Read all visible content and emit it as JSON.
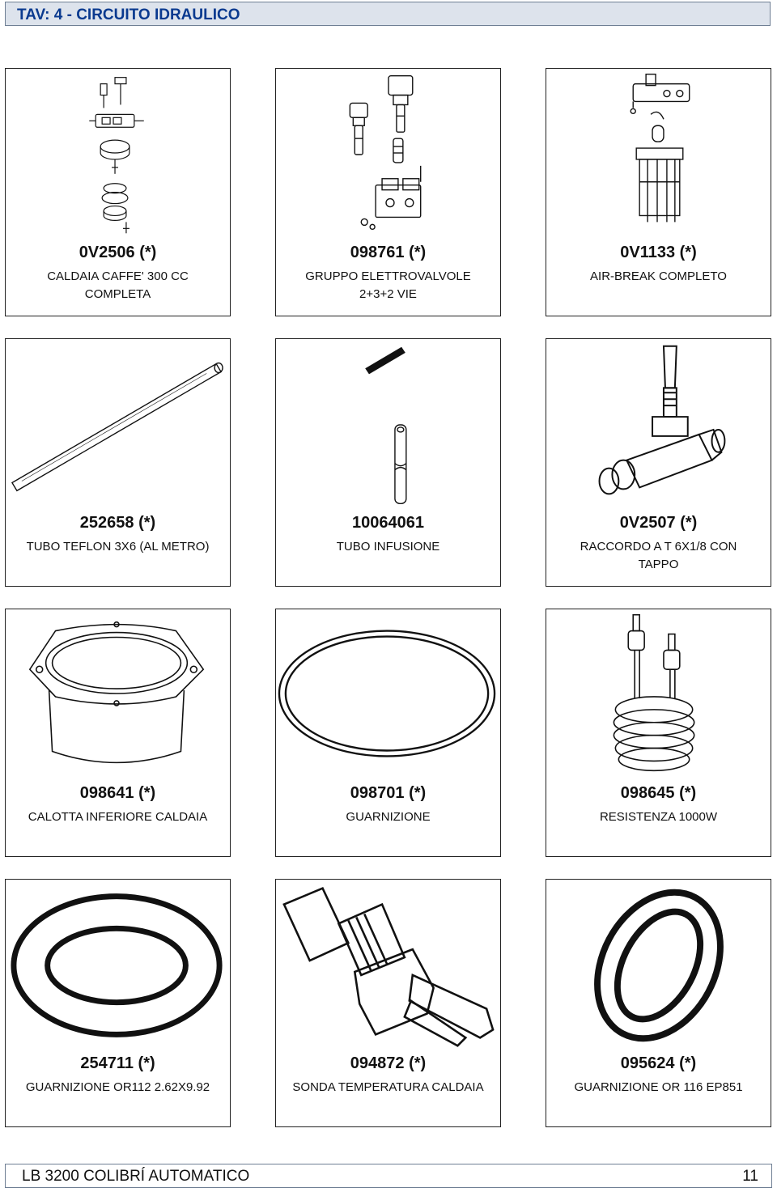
{
  "header": {
    "title": "TAV: 4 - CIRCUITO IDRAULICO"
  },
  "items": [
    {
      "code": "0V2506 (*)",
      "desc_lines": [
        "CALDAIA CAFFE' 300 CC",
        "COMPLETA"
      ],
      "icon": "boiler-assembly-drawing"
    },
    {
      "code": "098761 (*)",
      "desc_lines": [
        "GRUPPO ELETTROVALVOLE",
        "2+3+2 VIE"
      ],
      "icon": "solenoid-valve-group-drawing"
    },
    {
      "code": "0V1133 (*)",
      "desc_lines": [
        "AIR-BREAK COMPLETO"
      ],
      "icon": "air-break-drawing"
    },
    {
      "code": "252658 (*)",
      "desc_lines": [
        "TUBO TEFLON 3X6 (AL METRO)"
      ],
      "icon": "teflon-tube-drawing"
    },
    {
      "code": "10064061",
      "desc_lines": [
        "TUBO INFUSIONE"
      ],
      "icon": "infusion-tube-drawing"
    },
    {
      "code": "0V2507 (*)",
      "desc_lines": [
        "RACCORDO A T 6X1/8 CON",
        "TAPPO"
      ],
      "icon": "t-fitting-drawing"
    },
    {
      "code": "098641 (*)",
      "desc_lines": [
        "CALOTTA INFERIORE CALDAIA"
      ],
      "icon": "boiler-lower-cap-drawing"
    },
    {
      "code": "098701 (*)",
      "desc_lines": [
        "GUARNIZIONE"
      ],
      "icon": "gasket-drawing"
    },
    {
      "code": "098645 (*)",
      "desc_lines": [
        "RESISTENZA 1000W"
      ],
      "icon": "heating-element-drawing"
    },
    {
      "code": "254711 (*)",
      "desc_lines": [
        "GUARNIZIONE OR112 2.62X9.92"
      ],
      "icon": "o-ring-drawing"
    },
    {
      "code": "094872 (*)",
      "desc_lines": [
        "SONDA TEMPERATURA CALDAIA"
      ],
      "icon": "temperature-probe-drawing"
    },
    {
      "code": "095624 (*)",
      "desc_lines": [
        "GUARNIZIONE OR 116 EP851"
      ],
      "icon": "o-ring-oval-drawing"
    }
  ],
  "footer": {
    "title": "LB 3200 COLIBRÍ AUTOMATICO",
    "page": "11"
  }
}
